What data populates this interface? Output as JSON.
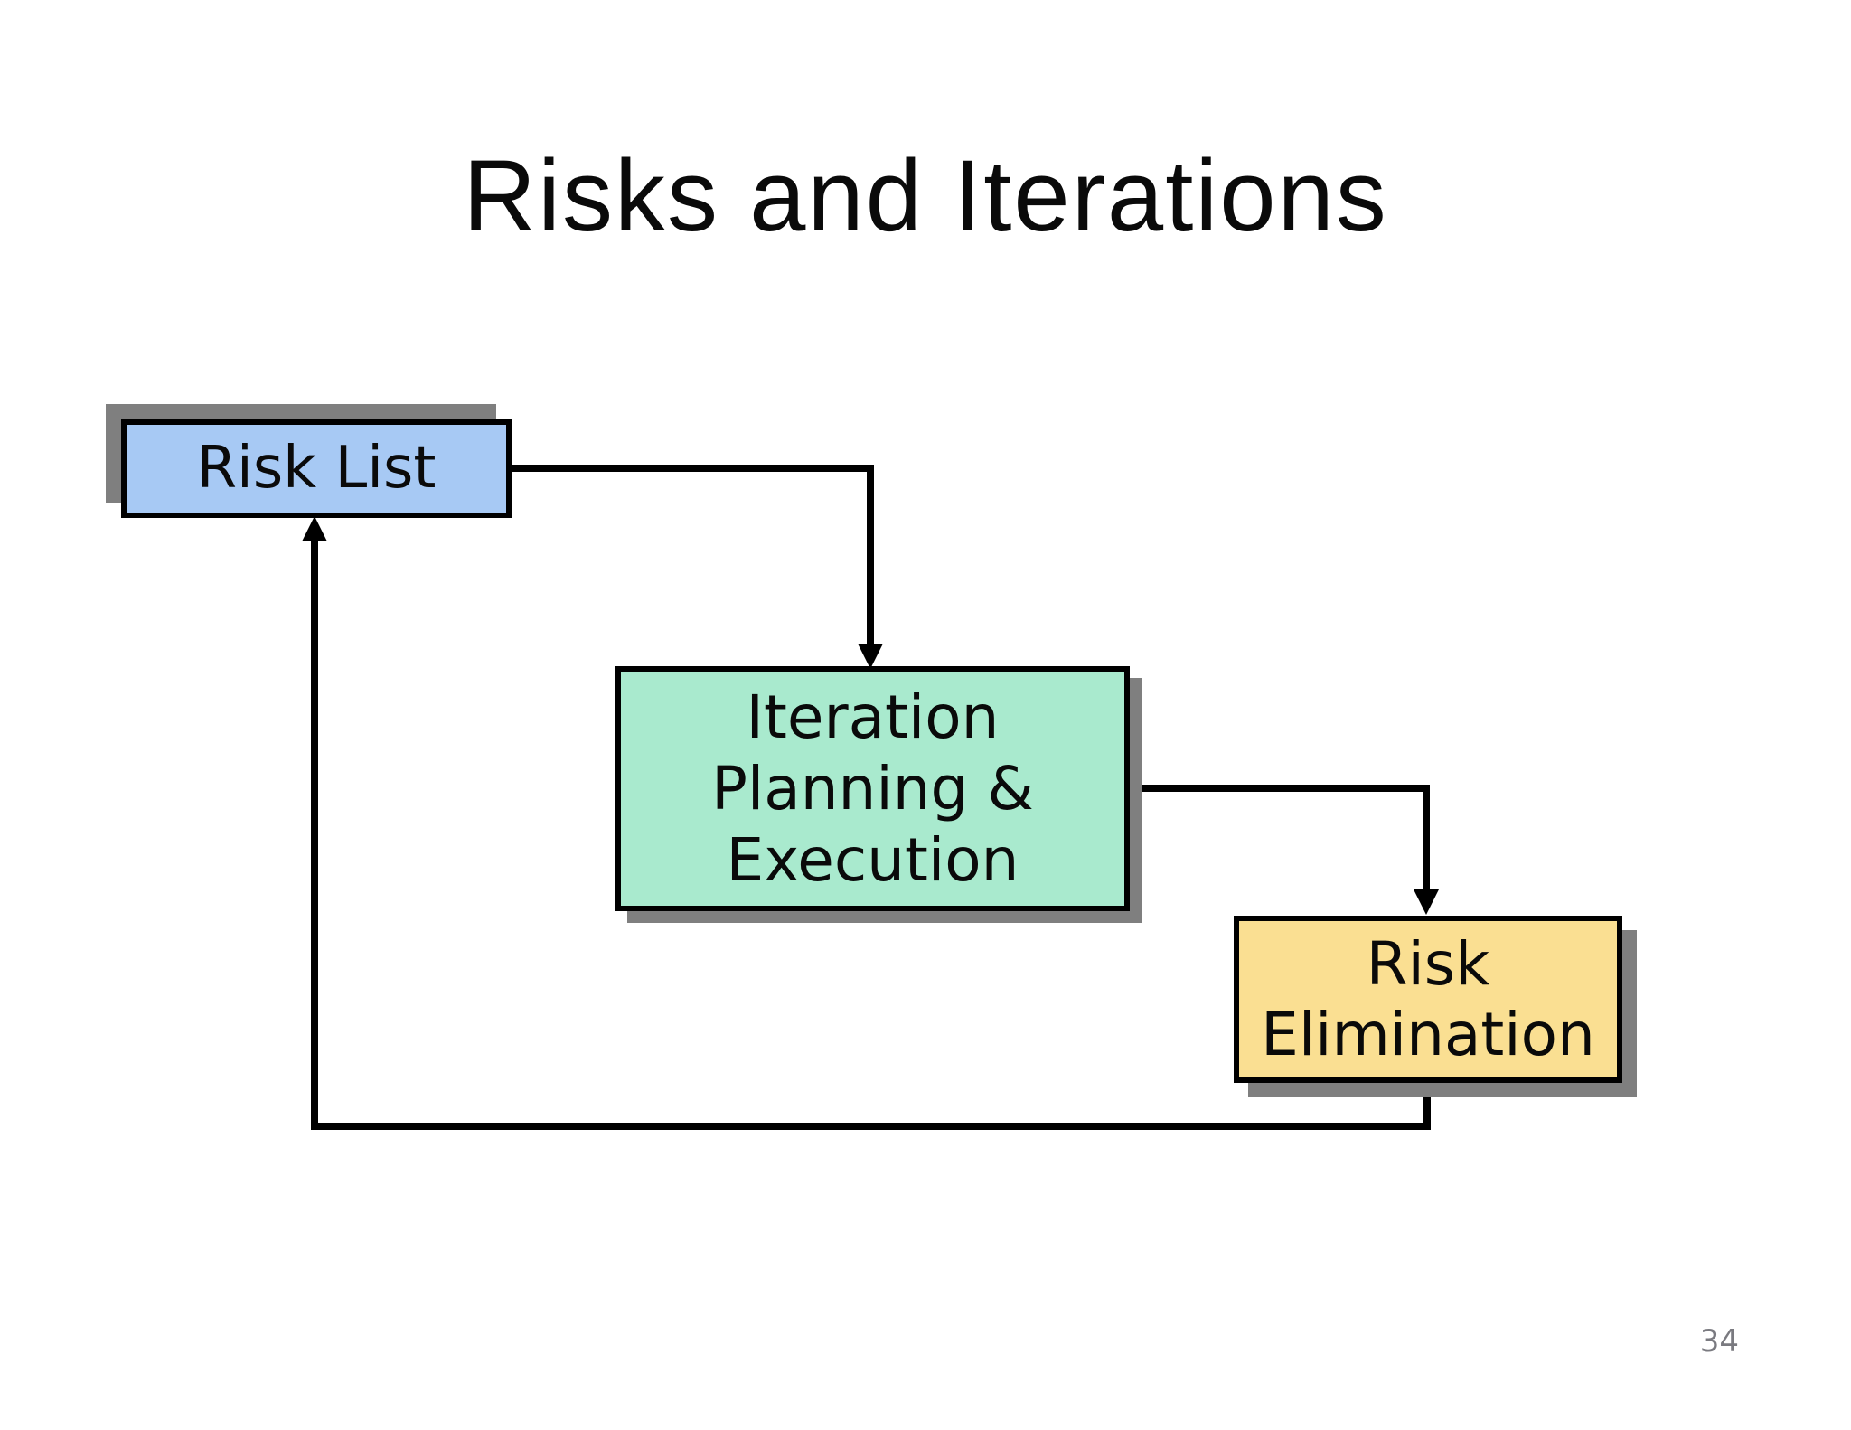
{
  "slide": {
    "title": "Risks and Iterations",
    "page_number": "34"
  },
  "diagram": {
    "nodes": [
      {
        "id": "risk-list",
        "lines": [
          "Risk List"
        ]
      },
      {
        "id": "iteration-planning-execution",
        "lines": [
          "Iteration",
          "Planning &",
          "Execution"
        ]
      },
      {
        "id": "risk-elimination",
        "lines": [
          "Risk",
          "Elimination"
        ]
      }
    ],
    "edges": [
      {
        "from": "risk-list",
        "to": "iteration-planning-execution"
      },
      {
        "from": "iteration-planning-execution",
        "to": "risk-elimination"
      },
      {
        "from": "risk-elimination",
        "to": "risk-list"
      }
    ]
  },
  "colors": {
    "risk-list-fill": "#A7C9F4",
    "iteration-fill": "#A9EACE",
    "elimination-fill": "#FADF92",
    "box-border": "#000000",
    "connector": "#000000",
    "shadow": "#7F7F7F",
    "title-text": "#0A0A0A",
    "box-text": "#0A0A0A",
    "page-number-text": "#7A7A80"
  }
}
